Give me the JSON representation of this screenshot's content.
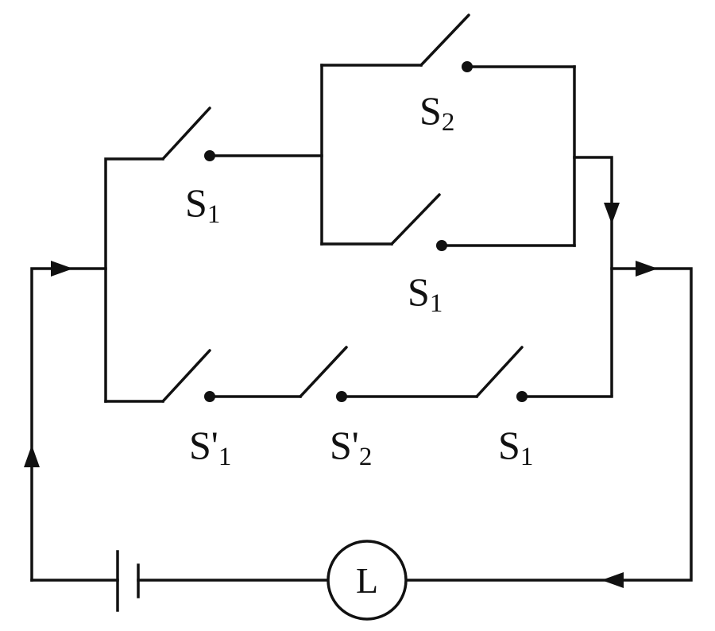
{
  "switches": [
    {
      "id": "s1-top",
      "name": "S",
      "sub": "1"
    },
    {
      "id": "s2-top",
      "name": "S",
      "sub": "2"
    },
    {
      "id": "s1-mid",
      "name": "S",
      "sub": "1"
    },
    {
      "id": "s1p",
      "name": "S'",
      "sub": "1"
    },
    {
      "id": "s2p",
      "name": "S'",
      "sub": "2"
    },
    {
      "id": "s1-bottom",
      "name": "S",
      "sub": "1"
    }
  ],
  "lamp": {
    "label": "L"
  },
  "colors": {
    "line": "#111111",
    "background": "#ffffff"
  }
}
